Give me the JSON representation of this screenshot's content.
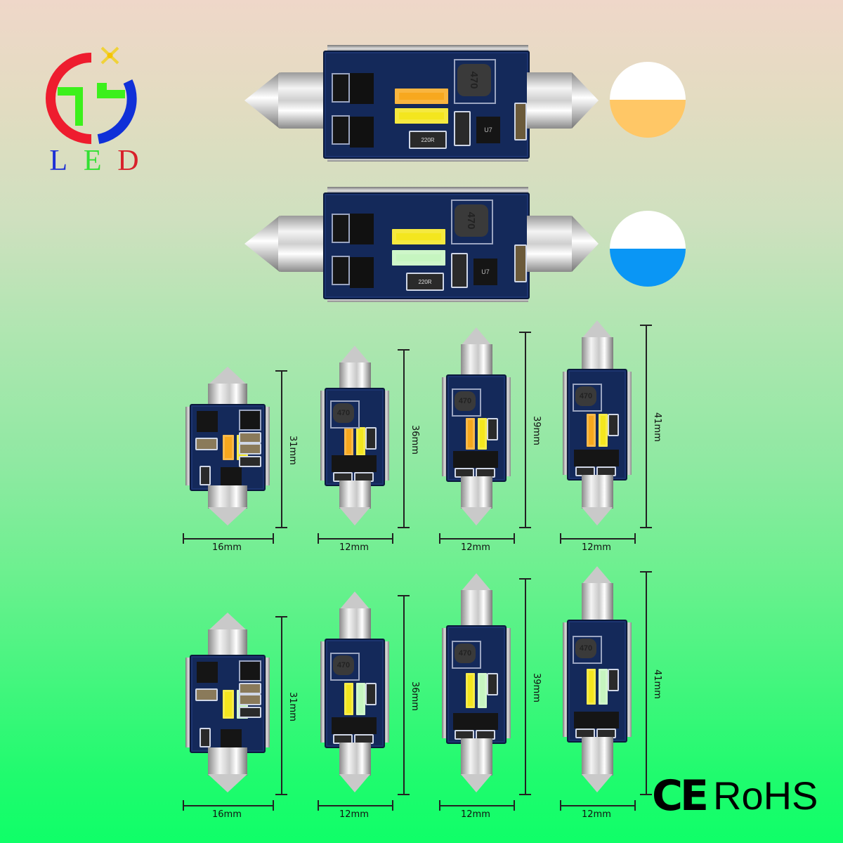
{
  "brand": {
    "logo_letters": [
      "L",
      "E",
      "D"
    ],
    "logo_letter_colors": [
      "#1d2fd6",
      "#33e033",
      "#d8212b"
    ],
    "logo_colors": {
      "red": "#ee1c2e",
      "green": "#3cf01c",
      "blue": "#1030d8",
      "star": "#f0d23a"
    }
  },
  "top_bulbs": [
    {
      "id": "amber-white",
      "inductor_label": "470",
      "resistor_label": "220R",
      "ic_label": "U7",
      "led_colors": [
        "#f7a81e",
        "#f4e61e"
      ],
      "swatch": {
        "top": "#ffffff",
        "bottom": "#ffc766"
      }
    },
    {
      "id": "ice-blue-white",
      "inductor_label": "470",
      "resistor_label": "220R",
      "ic_label": "U7",
      "led_colors": [
        "#f4e61e",
        "#c6f5c0"
      ],
      "swatch": {
        "top": "#ffffff",
        "bottom": "#0a96f5"
      }
    }
  ],
  "size_rows": [
    {
      "row": "amber",
      "led_colors": [
        "#f7a81e",
        "#f4e61e"
      ],
      "bulbs": [
        {
          "length": "31mm",
          "width": "16mm",
          "inductor": ""
        },
        {
          "length": "36mm",
          "width": "12mm",
          "inductor": "470"
        },
        {
          "length": "39mm",
          "width": "12mm",
          "inductor": "470"
        },
        {
          "length": "41mm",
          "width": "12mm",
          "inductor": "470"
        }
      ]
    },
    {
      "row": "ice-blue",
      "led_colors": [
        "#f4e61e",
        "#c6f5c0"
      ],
      "bulbs": [
        {
          "length": "31mm",
          "width": "16mm",
          "inductor": ""
        },
        {
          "length": "36mm",
          "width": "12mm",
          "inductor": "470"
        },
        {
          "length": "39mm",
          "width": "12mm",
          "inductor": "470"
        },
        {
          "length": "41mm",
          "width": "12mm",
          "inductor": "470"
        }
      ]
    }
  ],
  "certifications": {
    "ce": "CE",
    "rohs": "RoHS"
  }
}
